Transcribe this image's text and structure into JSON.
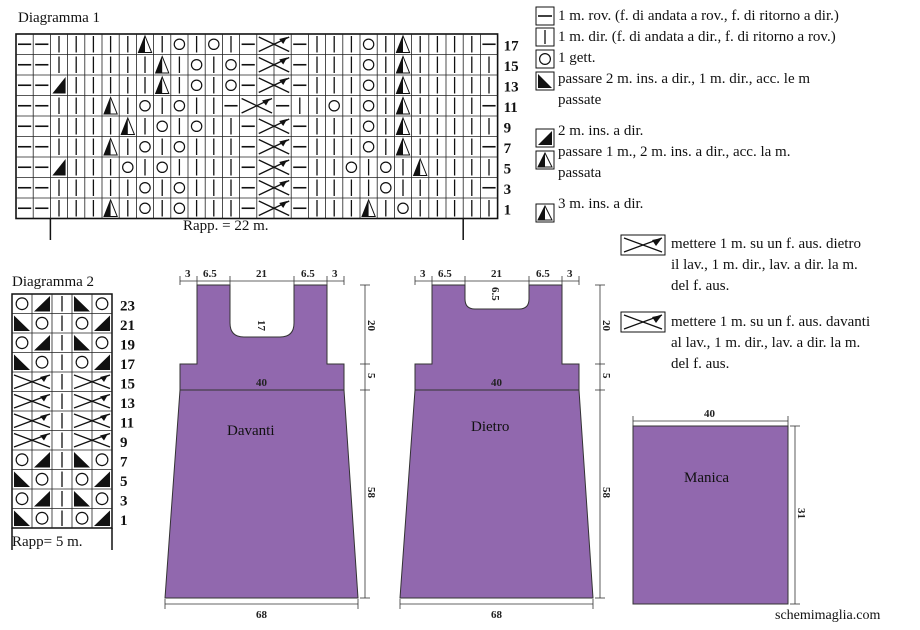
{
  "diagram1": {
    "title": "Diagramma 1",
    "repeat_label": "Rapp. =  22 m.",
    "row_numbers": [
      "17",
      "15",
      "13",
      "11",
      "9",
      "7",
      "5",
      "3",
      "1"
    ],
    "rows": [
      "--|||||T|O|O|-X-|||O|T||||--",
      "--||||||T|O|O-X-|||O|T|||||--",
      "--L|||||T|O|O-X-|||O|T|||||--",
      "--|||T|O|O||-X-||O|O|T||||--",
      "--||||T|O|O||-X-|||O|T|||||--",
      "--|||T|O|O|||-X-|||O|T||||--",
      "--L|||O|O||||-X-||O|O|T||||--",
      "--|||||O|O|||-X-||||O|||||--",
      "--|||T|O|O|||-X-|||T|O|||||--"
    ]
  },
  "diagram2": {
    "title": "Diagramma 2",
    "repeat_label": "Rapp= 5 m.",
    "row_numbers": [
      "23",
      "21",
      "19",
      "17",
      "15",
      "13",
      "11",
      "9",
      "7",
      "5",
      "3",
      "1"
    ]
  },
  "legend": {
    "items": [
      {
        "symbol": "rov",
        "text": "1 m. rov. (f. di andata a rov., f. di ritorno a dir.)"
      },
      {
        "symbol": "dir",
        "text": "1 m. dir. (f. di andata a dir., f. di ritorno a rov.)"
      },
      {
        "symbol": "gett",
        "text": "1 gett."
      },
      {
        "symbol": "skp",
        "text": "passare 2 m. ins. a dir., 1 m. dir., acc. le m"
      },
      {
        "symbol": "",
        "text": "passate"
      },
      {
        "symbol": "k2tog",
        "text": "2 m. ins. a dir."
      },
      {
        "symbol": "sk2p",
        "text": "passare 1 m., 2 m. ins. a dir., acc. la m."
      },
      {
        "symbol": "",
        "text": "passata"
      },
      {
        "symbol": "k3tog",
        "text": "3 m. ins. a dir."
      }
    ],
    "cable_back": [
      "mettere 1 m. su un f. aus. dietro",
      "il lav., 1 m. dir., lav. a dir. la m.",
      "del f. aus."
    ],
    "cable_front": [
      "mettere 1 m. su un f. aus. davanti",
      "al lav., 1 m. dir., lav. a dir. la m.",
      "del f. aus."
    ]
  },
  "schematics": {
    "davanti": {
      "label": "Davanti",
      "top": [
        "3",
        "6.5",
        "21",
        "6.5",
        "3"
      ],
      "neck_depth": "17",
      "armhole": "20",
      "yoke": "5",
      "width_top": "40",
      "length": "58",
      "width_bottom": "68"
    },
    "dietro": {
      "label": "Dietro",
      "top": [
        "3",
        "6.5",
        "21",
        "6.5",
        "3"
      ],
      "neck_depth": "6.5",
      "armhole": "20",
      "yoke": "5",
      "width_top": "40",
      "length": "58",
      "width_bottom": "68"
    },
    "manica": {
      "label": "Manica",
      "width": "40",
      "height": "31"
    }
  },
  "colors": {
    "piece_fill": "#9168ae",
    "grid": "#222222"
  },
  "footer": "schemimaglia.com"
}
